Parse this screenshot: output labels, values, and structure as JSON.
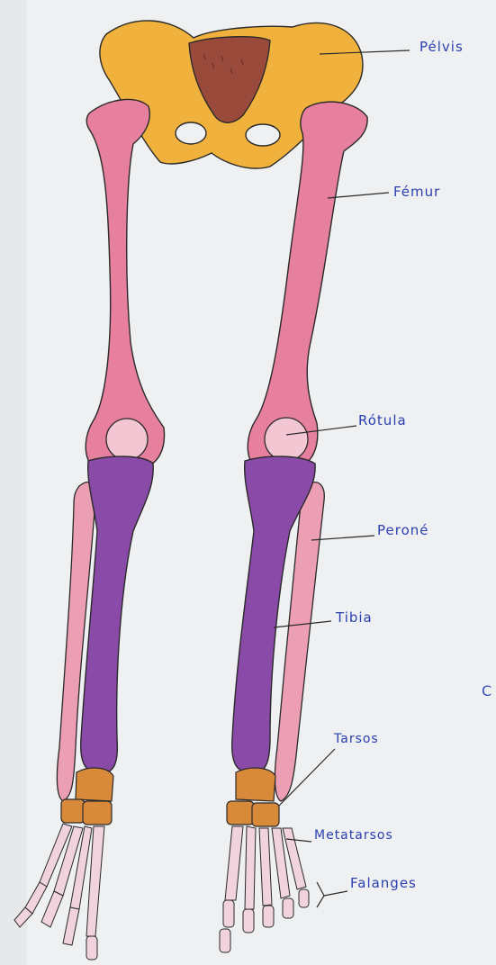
{
  "labels": {
    "pelvis": "Pélvis",
    "femur": "Fémur",
    "rotula": "Rótula",
    "perone": "Peroné",
    "tibia": "Tibia",
    "tarsos": "Tarsos",
    "metatarsos": "Metatarsos",
    "falanges": "Falanges",
    "margin_letter": "C"
  },
  "colors": {
    "paper": "#eef0f2",
    "ink": "#2b3fae",
    "pelvis": "#f0b23c",
    "sacrum": "#9a4a3a",
    "femur": "#e77f9f",
    "patella": "#f2c6d3",
    "tibia": "#8a4aa8",
    "fibula": "#ec9fb4",
    "tarsals": "#d88a3a",
    "foot_bones": "#f0d3dd"
  }
}
